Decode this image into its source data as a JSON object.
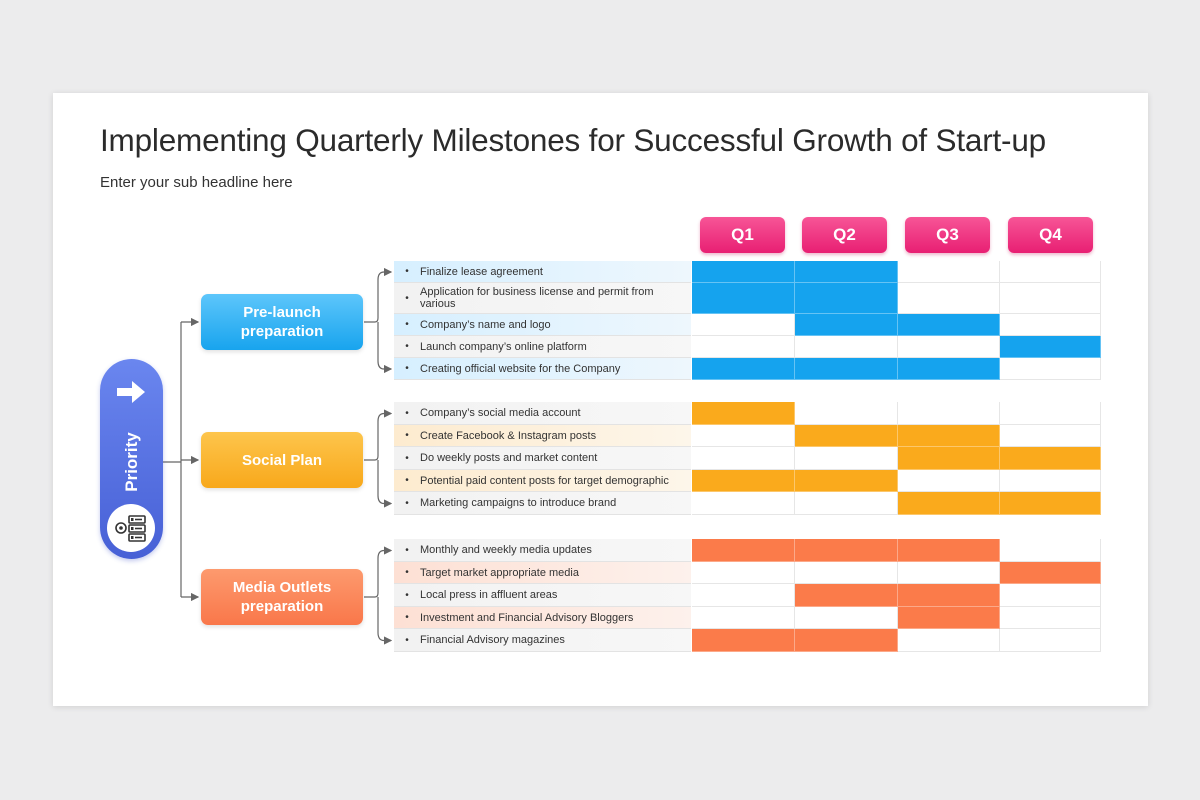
{
  "title": "Implementing Quarterly Milestones for Successful Growth of Start-up",
  "subtitle": "Enter your sub headline here",
  "quarters": [
    "Q1",
    "Q2",
    "Q3",
    "Q4"
  ],
  "priority_label": "Priority",
  "colors": {
    "blue": "#15a3ee",
    "orange": "#faaa1c",
    "coral": "#fb7b4a",
    "pink": "#ef3c85",
    "purple": "#5a74e4"
  },
  "groups": [
    {
      "name": "Pre-launch\npreparation",
      "color": "#15a3ee",
      "tasks": [
        {
          "text": "Finalize lease agreement",
          "quarters": [
            1,
            1,
            0,
            0
          ]
        },
        {
          "text": "Application for business license and permit from various",
          "quarters": [
            1,
            1,
            0,
            0
          ]
        },
        {
          "text": "Company’s name and logo",
          "quarters": [
            0,
            1,
            1,
            0
          ]
        },
        {
          "text": "Launch company’s online platform",
          "quarters": [
            0,
            0,
            0,
            1
          ]
        },
        {
          "text": "Creating official website for the Company",
          "quarters": [
            1,
            1,
            1,
            0
          ]
        }
      ]
    },
    {
      "name": "Social Plan",
      "color": "#faaa1c",
      "tasks": [
        {
          "text": "Company’s social media account",
          "quarters": [
            1,
            0,
            0,
            0
          ]
        },
        {
          "text": "Create Facebook & Instagram posts",
          "quarters": [
            0,
            1,
            1,
            0
          ]
        },
        {
          "text": "Do weekly posts and market content",
          "quarters": [
            0,
            0,
            1,
            1
          ]
        },
        {
          "text": "Potential paid content posts for target demographic",
          "quarters": [
            1,
            1,
            0,
            0
          ]
        },
        {
          "text": "Marketing campaigns to introduce brand",
          "quarters": [
            0,
            0,
            1,
            1
          ]
        }
      ]
    },
    {
      "name": "Media Outlets\npreparation",
      "color": "#fb7b4a",
      "tasks": [
        {
          "text": "Monthly and weekly media updates",
          "quarters": [
            1,
            1,
            1,
            0
          ]
        },
        {
          "text": "Target market appropriate media",
          "quarters": [
            0,
            0,
            0,
            1
          ]
        },
        {
          "text": "Local press in affluent areas",
          "quarters": [
            0,
            1,
            1,
            0
          ]
        },
        {
          "text": "Investment and Financial Advisory Bloggers",
          "quarters": [
            0,
            0,
            1,
            0
          ]
        },
        {
          "text": "Financial Advisory magazines",
          "quarters": [
            1,
            1,
            0,
            0
          ]
        }
      ]
    }
  ]
}
